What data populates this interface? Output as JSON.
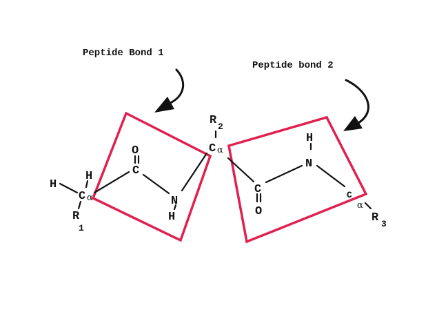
{
  "labels": {
    "bond1": "Peptide Bond 1",
    "bond2": "Peptide bond 2"
  },
  "atoms": {
    "h_left": "H",
    "h_top_left": "H",
    "c_alpha_left": "C",
    "alpha_left": "α",
    "r1_letter": "R",
    "r1_sub": "1",
    "o_left": "O",
    "c_left": "C",
    "n_left": "N",
    "h_n_left": "H",
    "r2_letter": "R",
    "r2_sub": "2",
    "c_alpha_mid": "C",
    "alpha_mid": "α",
    "c_right": "C",
    "o_right": "O",
    "h_n_right": "H",
    "n_right": "N",
    "c_alpha_right": "C",
    "alpha_right": "α",
    "r3_letter": "R",
    "r3_sub": "3"
  },
  "colors": {
    "box": "#e0204e",
    "ink": "#111111",
    "background": "#ffffff"
  }
}
